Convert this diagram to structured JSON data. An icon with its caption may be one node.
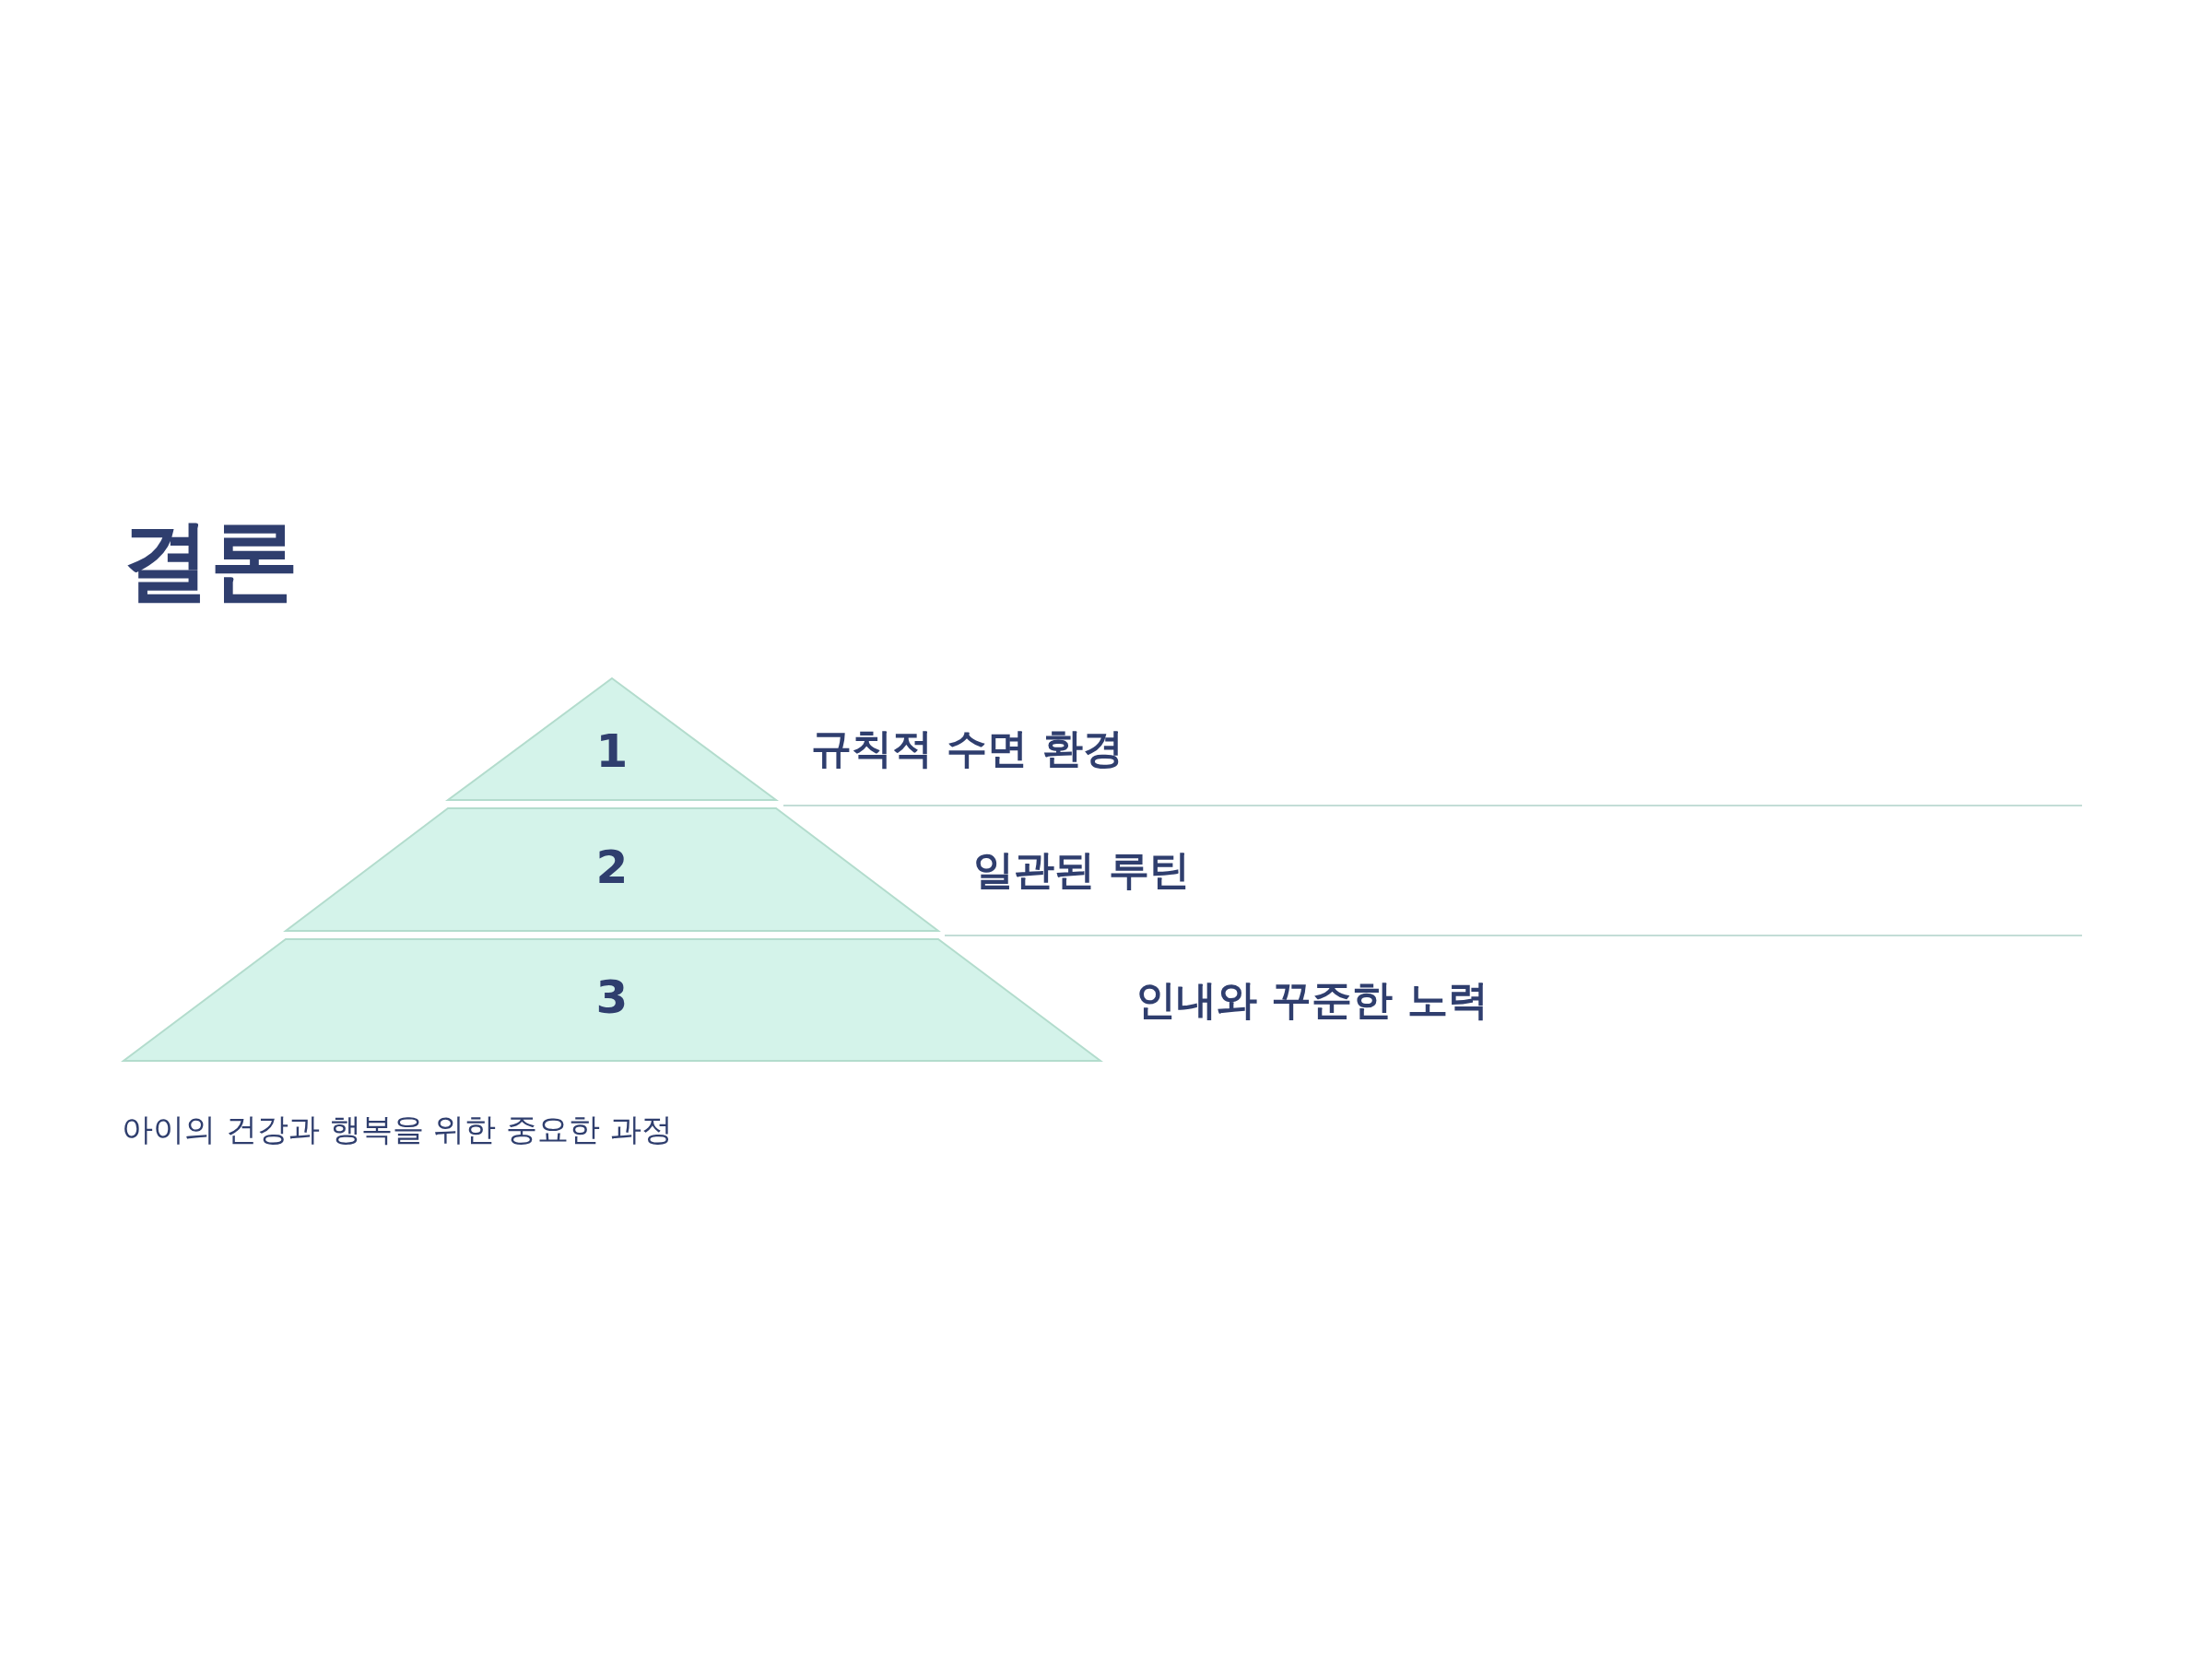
{
  "diagram": {
    "title": "결론",
    "caption": "아이의 건강과 행복을 위한 중요한 과정",
    "nodes": [
      {
        "text": [
          "1"
        ],
        "beside": [
          "규칙적 수면 환경"
        ]
      },
      {
        "text": [
          "2"
        ],
        "beside": [
          "일관된 루틴"
        ]
      },
      {
        "text": [
          "3"
        ],
        "beside": [
          "인내와 꾸준한 노력"
        ]
      }
    ]
  }
}
